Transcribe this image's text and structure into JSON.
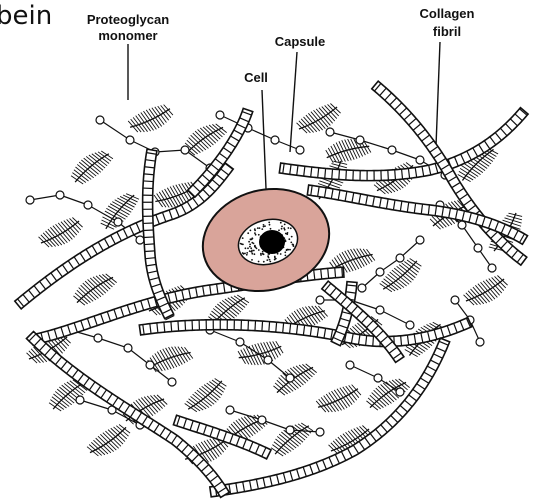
{
  "cropped_heading_text": "bein",
  "labels": {
    "proteoglycan_line1": "Proteoglycan",
    "proteoglycan_line2": "monomer",
    "capsule": "Capsule",
    "cell": "Cell",
    "collagen_line1": "Collagen",
    "collagen_line2": "fibril"
  },
  "colors": {
    "capsule_fill": "#d9a49a",
    "cell_halo": "#ffffff",
    "nucleus": "#000000",
    "stroke": "#111111"
  }
}
